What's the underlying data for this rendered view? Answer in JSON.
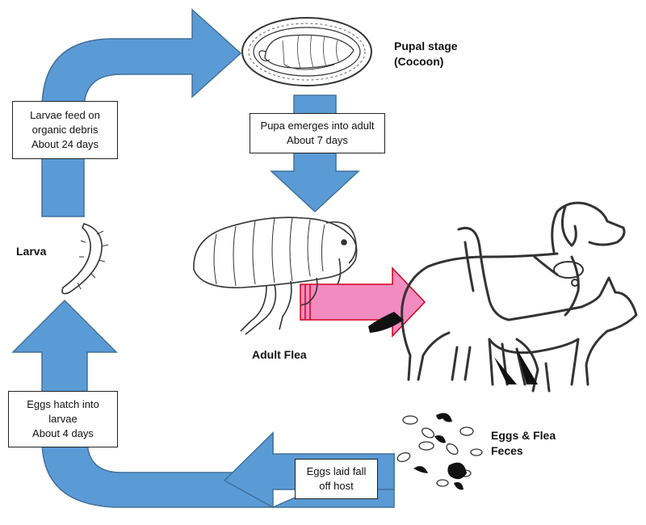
{
  "colors": {
    "arrow_fill": "#5b9bd5",
    "arrow_stroke": "#41719c",
    "host_arrow_fill": "#f28bc0",
    "host_arrow_stroke": "#d0021b",
    "ink": "#333333"
  },
  "stages": {
    "pupal": {
      "line1": "Pupal stage",
      "line2": "(Cocoon)"
    },
    "larva": {
      "label": "Larva"
    },
    "adult": {
      "label": "Adult Flea"
    },
    "eggs": {
      "line1": "Eggs & Flea",
      "line2": "Feces"
    }
  },
  "transitions": {
    "larvae_feed": {
      "line1": "Larvae feed on",
      "line2": "organic debris",
      "line3": "About 24 days"
    },
    "pupa_emerges": {
      "line1": "Pupa emerges into adult",
      "line2": "About 7 days"
    },
    "eggs_hatch": {
      "line1": "Eggs hatch into",
      "line2": "larvae",
      "line3": "About 4 days"
    },
    "eggs_laid": {
      "line1": "Eggs laid fall",
      "line2": "off host"
    }
  },
  "icons": [
    "cocoon-icon",
    "larva-icon",
    "flea-icon",
    "dog-icon",
    "cat-icon",
    "eggs-feces-icon"
  ]
}
